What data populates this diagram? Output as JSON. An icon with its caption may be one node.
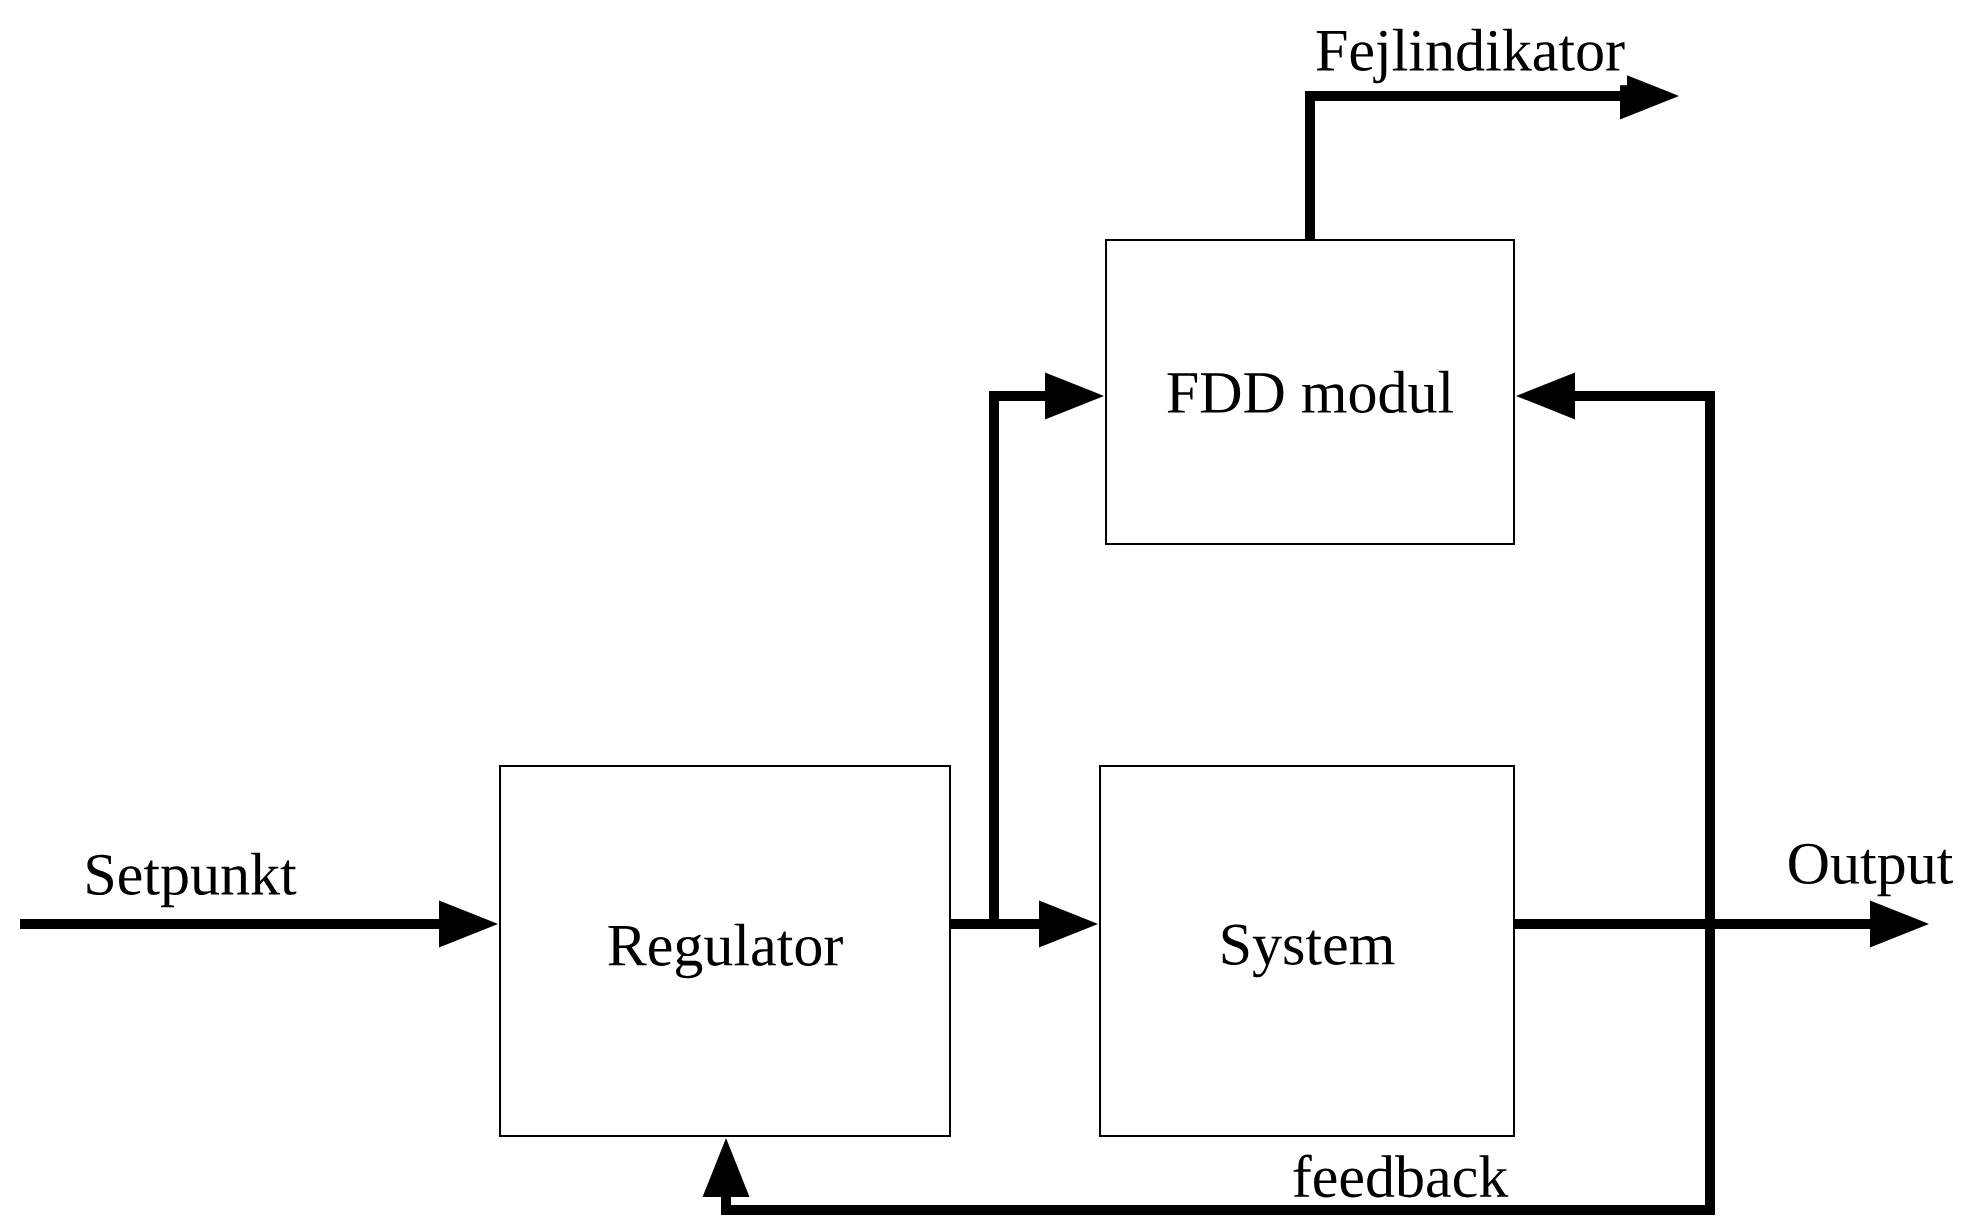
{
  "diagram": {
    "nodes": [
      {
        "text": [
          "Regulator"
        ]
      },
      {
        "text": [
          "System"
        ]
      },
      {
        "text": [
          "FDD modul"
        ]
      }
    ],
    "edges": [
      {
        "from": null,
        "to": 0,
        "arrow": "to",
        "label": "Setpunkt"
      },
      {
        "from": 0,
        "to": 1,
        "arrow": "to"
      },
      {
        "from": 0,
        "to": 2,
        "arrow": "to"
      },
      {
        "from": 1,
        "to": null,
        "arrow": "to",
        "label": "Output"
      },
      {
        "from": 1,
        "to": 2,
        "arrow": "to"
      },
      {
        "from": 1,
        "to": 0,
        "arrow": "to",
        "label": "feedback"
      },
      {
        "from": 2,
        "to": null,
        "arrow": "to",
        "label": "Fejlindikator"
      }
    ]
  }
}
